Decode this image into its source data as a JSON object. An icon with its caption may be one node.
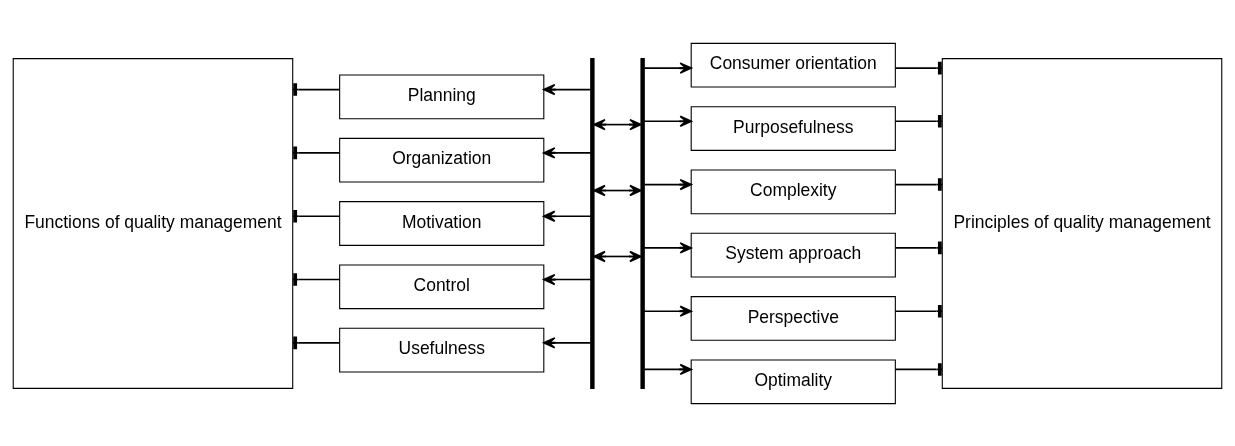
{
  "diagram": {
    "nodes": [
      {
        "text": [
          "Functions of quality management"
        ]
      },
      {
        "text": [
          "Planning"
        ]
      },
      {
        "text": [
          "Organization"
        ]
      },
      {
        "text": [
          "Motivation"
        ]
      },
      {
        "text": [
          "Control"
        ]
      },
      {
        "text": [
          "Usefulness"
        ]
      },
      {
        "text": [],
        "shape": "bar"
      },
      {
        "text": [],
        "shape": "bar"
      },
      {
        "text": [
          "Consumer orientation"
        ]
      },
      {
        "text": [
          "Purposefulness"
        ]
      },
      {
        "text": [
          "Complexity"
        ]
      },
      {
        "text": [
          "System approach"
        ]
      },
      {
        "text": [
          "Perspective"
        ]
      },
      {
        "text": [
          "Optimality"
        ]
      },
      {
        "text": [
          "Principles of quality management"
        ]
      }
    ],
    "edges": [
      {
        "from": 1,
        "to": 0,
        "arrow": "other"
      },
      {
        "from": 2,
        "to": 0,
        "arrow": "other"
      },
      {
        "from": 3,
        "to": 0,
        "arrow": "other"
      },
      {
        "from": 4,
        "to": 0,
        "arrow": "other"
      },
      {
        "from": 5,
        "to": 0,
        "arrow": "other"
      },
      {
        "from": 6,
        "to": 1,
        "arrow": "to"
      },
      {
        "from": 6,
        "to": 2,
        "arrow": "to"
      },
      {
        "from": 6,
        "to": 3,
        "arrow": "to"
      },
      {
        "from": 6,
        "to": 4,
        "arrow": "to"
      },
      {
        "from": 6,
        "to": 5,
        "arrow": "to"
      },
      {
        "from": 6,
        "to": 7,
        "arrow": "both"
      },
      {
        "from": 6,
        "to": 7,
        "arrow": "both"
      },
      {
        "from": 6,
        "to": 7,
        "arrow": "both"
      },
      {
        "from": 7,
        "to": 8,
        "arrow": "to"
      },
      {
        "from": 7,
        "to": 9,
        "arrow": "to"
      },
      {
        "from": 7,
        "to": 10,
        "arrow": "to"
      },
      {
        "from": 7,
        "to": 11,
        "arrow": "to"
      },
      {
        "from": 7,
        "to": 12,
        "arrow": "to"
      },
      {
        "from": 7,
        "to": 13,
        "arrow": "to"
      },
      {
        "from": 8,
        "to": 14,
        "arrow": "other"
      },
      {
        "from": 9,
        "to": 14,
        "arrow": "other"
      },
      {
        "from": 10,
        "to": 14,
        "arrow": "other"
      },
      {
        "from": 11,
        "to": 14,
        "arrow": "other"
      },
      {
        "from": 12,
        "to": 14,
        "arrow": "other"
      },
      {
        "from": 13,
        "to": 14,
        "arrow": "other"
      }
    ]
  }
}
